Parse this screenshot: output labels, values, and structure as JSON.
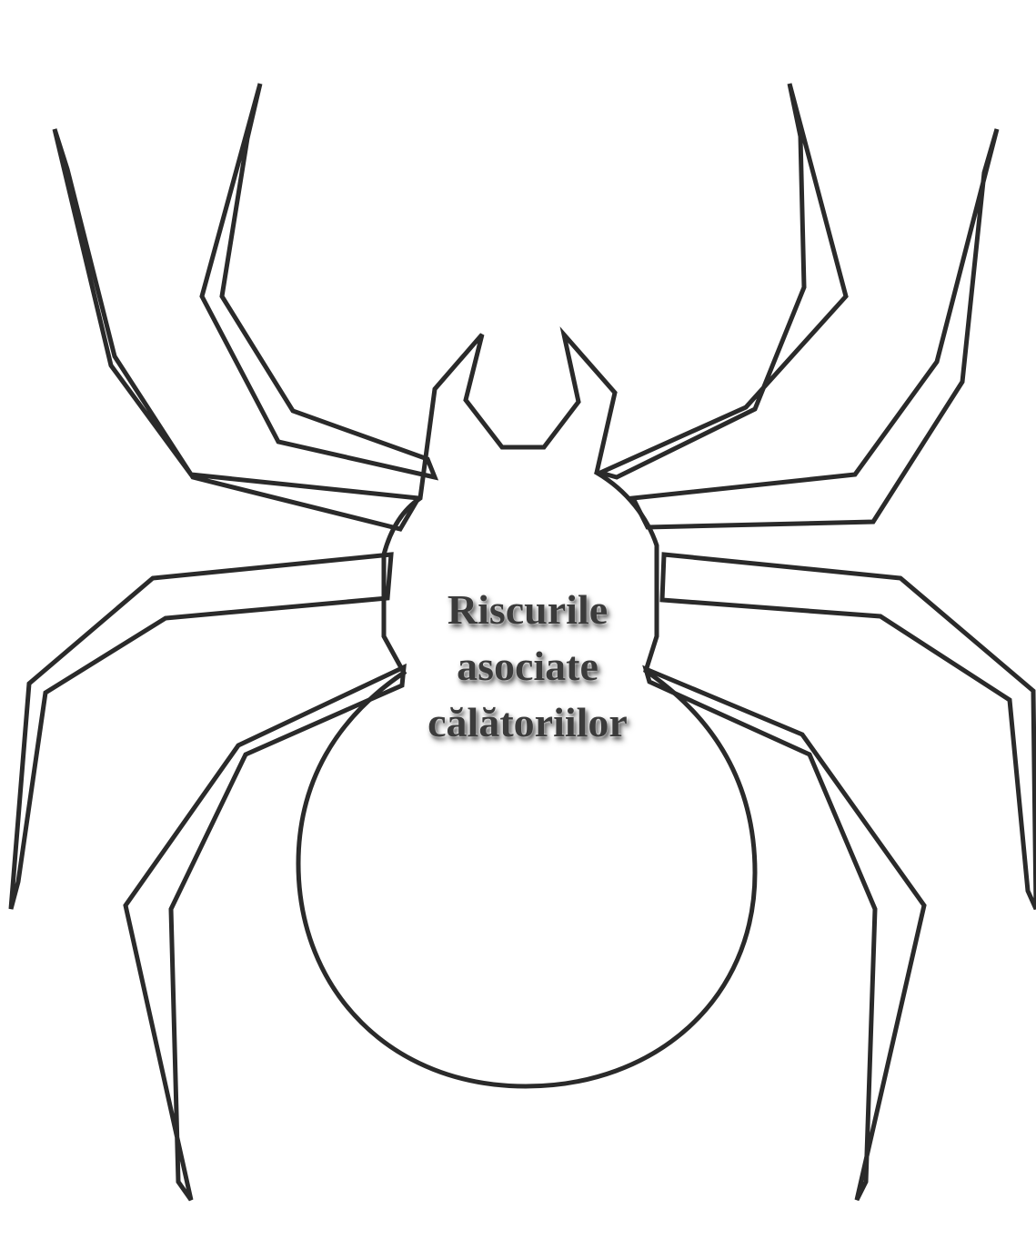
{
  "figure": {
    "drawing_icon": "spider-outline-icon",
    "stroke_color": "#2a2a2a",
    "text_color": "#3b3b3b",
    "background_color": "#ffffff"
  },
  "center_label": {
    "line1": "Riscurile",
    "line2": "asociate",
    "line3": "călătoriilor"
  }
}
